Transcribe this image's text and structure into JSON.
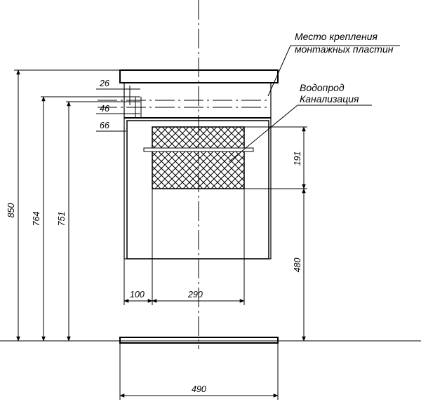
{
  "labels": {
    "mount_plates_line1": "Место крепления",
    "mount_plates_line2": "монтажных пластин",
    "water_supply": "Водопрод",
    "sewer": "Канализация"
  },
  "dimensions": {
    "total_height": "850",
    "height_764": "764",
    "height_751": "751",
    "offset_26": "26",
    "offset_46": "46",
    "offset_66": "66",
    "cutout_height": "191",
    "cutout_bottom": "480",
    "cutout_left": "100",
    "cutout_width": "290",
    "total_width": "490"
  },
  "colors": {
    "line": "#000000",
    "background": "#ffffff"
  }
}
